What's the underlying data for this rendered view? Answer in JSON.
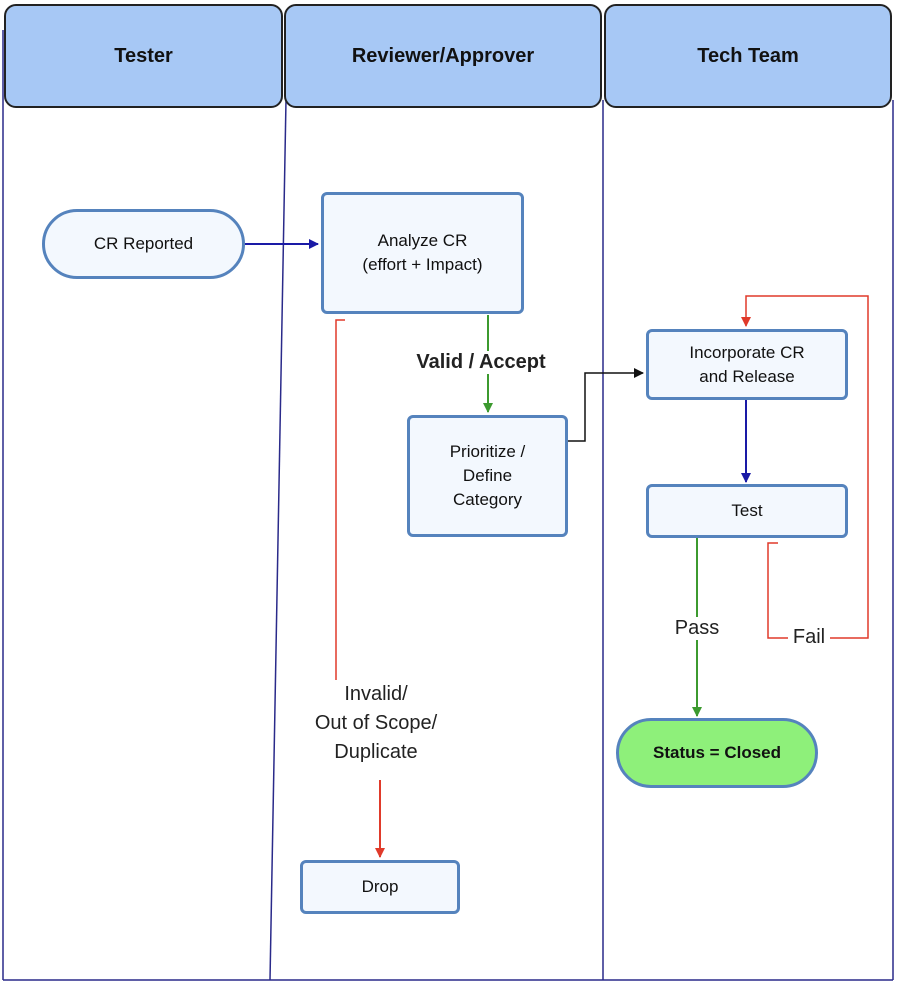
{
  "lanes": {
    "tester": "Tester",
    "reviewer": "Reviewer/Approver",
    "tech": "Tech Team"
  },
  "nodes": {
    "cr_reported": "CR Reported",
    "analyze": "Analyze CR\n(effort + Impact)",
    "prioritize": "Prioritize /\nDefine\nCategory",
    "incorporate": "Incorporate CR\nand Release",
    "test": "Test",
    "closed": "Status = Closed",
    "drop": "Drop"
  },
  "edge_labels": {
    "valid": "Valid / Accept",
    "invalid": "Invalid/\nOut of Scope/\nDuplicate",
    "pass": "Pass",
    "fail": "Fail"
  },
  "colors": {
    "lane_header": "#a7c8f5",
    "node_border": "#5583bd",
    "node_fill": "#f3f8fe",
    "closed_fill": "#8ef07a",
    "edge_blue": "#1a1aa6",
    "edge_green": "#3c9a2f",
    "edge_red": "#e03a2a"
  }
}
